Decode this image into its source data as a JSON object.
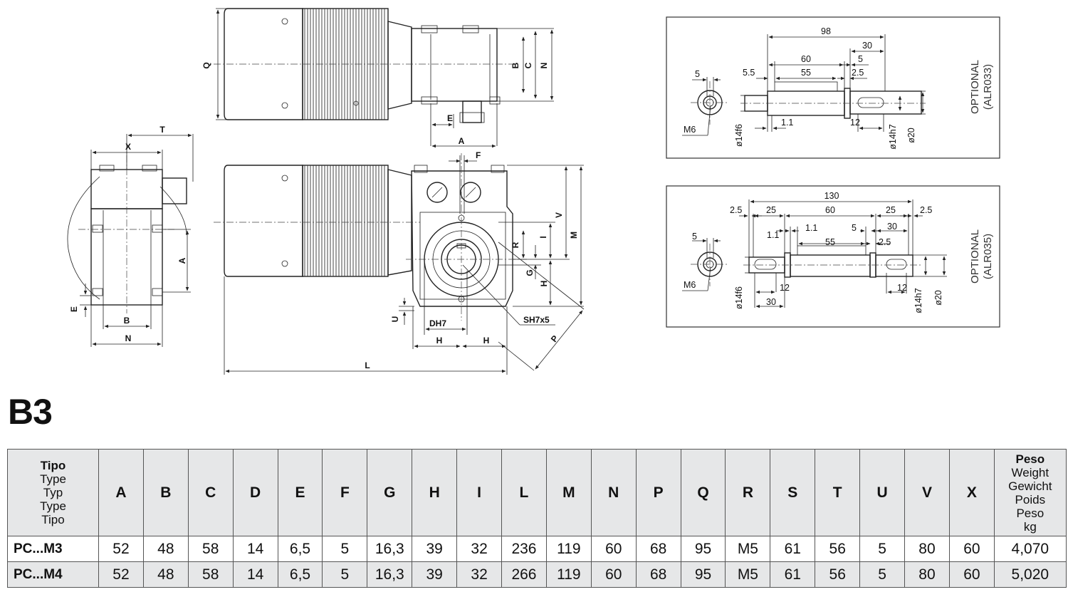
{
  "drawing": {
    "labels": {
      "Q": "Q",
      "B": "B",
      "C": "C",
      "N": "N",
      "E": "E",
      "A": "A",
      "F": "F",
      "T": "T",
      "X": "X",
      "V": "V",
      "M": "M",
      "R": "R",
      "I": "I",
      "G": "G",
      "H": "H",
      "U": "U",
      "DH7": "DH7",
      "SH7x5": "SH7x5",
      "P": "P",
      "L": "L"
    },
    "option1": {
      "caption_line1": "OPTIONAL",
      "caption_line2": "(ALR033)",
      "dims": {
        "d98": "98",
        "d30": "30",
        "d60": "60",
        "d5a": "5",
        "d5_5": "5.5",
        "d55": "55",
        "d2_5": "2.5",
        "d5b": "5",
        "d1_1": "1.1",
        "d12": "12",
        "m6": "M6",
        "d14f6": "ø14f6",
        "d14h7": "ø14h7",
        "d20": "ø20"
      }
    },
    "option2": {
      "caption_line1": "OPTIONAL",
      "caption_line2": "(ALR035)",
      "dims": {
        "d130": "130",
        "d2_5a": "2.5",
        "d25a": "25",
        "d60": "60",
        "d25b": "25",
        "d2_5b": "2.5",
        "d1_1a": "1.1",
        "d1_1b": "1.1",
        "d5a": "5",
        "d30a": "30",
        "d55": "55",
        "d2_5c": "2.5",
        "d5b": "5",
        "d12a": "12",
        "d12b": "12",
        "d30b": "30",
        "m6": "M6",
        "d14f6": "ø14f6",
        "d14h7": "ø14h7",
        "d20": "ø20"
      }
    }
  },
  "section_title": "B3",
  "table": {
    "type_header": [
      "Tipo",
      "Type",
      "Typ",
      "Type",
      "Tipo"
    ],
    "weight_header": [
      "Peso",
      "Weight",
      "Gewicht",
      "Poids",
      "Peso",
      "kg"
    ],
    "columns": [
      "A",
      "B",
      "C",
      "D",
      "E",
      "F",
      "G",
      "H",
      "I",
      "L",
      "M",
      "N",
      "P",
      "Q",
      "R",
      "S",
      "T",
      "U",
      "V",
      "X"
    ],
    "rows": [
      {
        "type": "PC...M3",
        "values": [
          "52",
          "48",
          "58",
          "14",
          "6,5",
          "5",
          "16,3",
          "39",
          "32",
          "236",
          "119",
          "60",
          "68",
          "95",
          "M5",
          "61",
          "56",
          "5",
          "80",
          "60"
        ],
        "weight": "4,070"
      },
      {
        "type": "PC...M4",
        "values": [
          "52",
          "48",
          "58",
          "14",
          "6,5",
          "5",
          "16,3",
          "39",
          "32",
          "266",
          "119",
          "60",
          "68",
          "95",
          "M5",
          "61",
          "56",
          "5",
          "80",
          "60"
        ],
        "weight": "5,020"
      }
    ]
  }
}
